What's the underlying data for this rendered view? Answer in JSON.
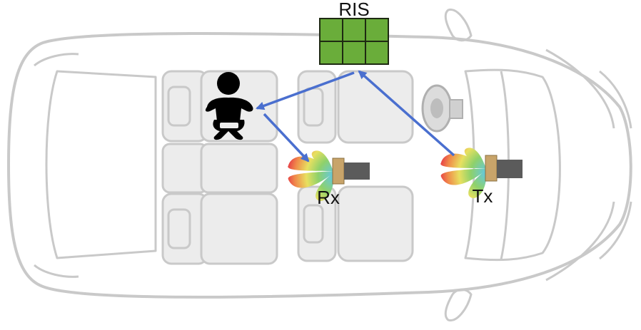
{
  "labels": {
    "ris": "RIS",
    "rx": "Rx",
    "tx": "Tx"
  },
  "colors": {
    "car_outline": "#c9c9c9",
    "seat_fill": "#ececec",
    "ris_cell": "#6aad3a",
    "ris_border": "#1e2a12",
    "path": "#4a6fcf",
    "antenna_body": "#5b5b5b",
    "antenna_mount": "#c8a46a",
    "baby": "#000000"
  },
  "icons": {
    "occupant": "baby-icon",
    "steering": "steering-wheel-icon"
  }
}
